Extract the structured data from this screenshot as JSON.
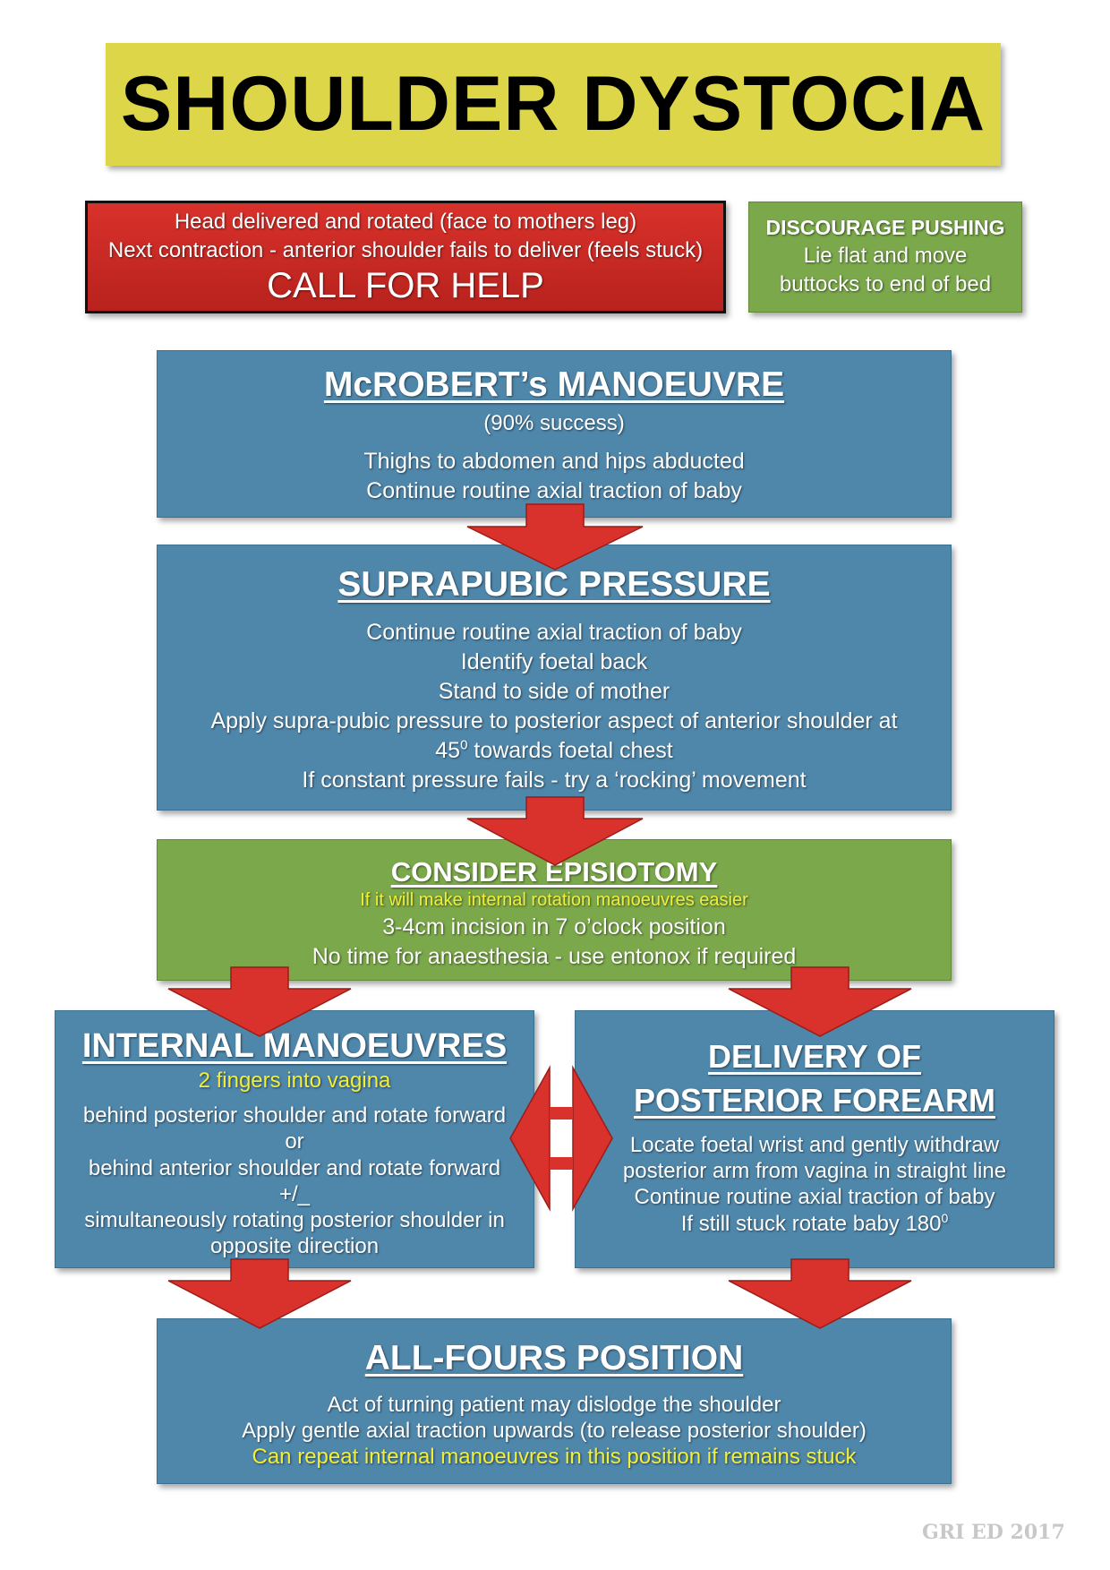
{
  "title": "SHOULDER DYSTOCIA",
  "call_box": {
    "line1": "Head delivered and rotated (face to mothers leg)",
    "line2": "Next contraction - anterior shoulder fails to deliver (feels stuck)",
    "call": "CALL FOR HELP"
  },
  "discourage_box": {
    "heading": "DISCOURAGE PUSHING",
    "line1": "Lie flat and move",
    "line2": "buttocks to end of bed"
  },
  "mcroberts": {
    "heading": "McROBERT’s MANOEUVRE",
    "success": "(90% success)",
    "line1": "Thighs to abdomen and hips abducted",
    "line2": "Continue routine axial traction of baby"
  },
  "suprapubic": {
    "heading": "SUPRAPUBIC PRESSURE",
    "line1": "Continue routine axial traction of baby",
    "line2": "Identify foetal back",
    "line3": "Stand to side of mother",
    "line4": "Apply supra-pubic pressure to posterior aspect of anterior shoulder at",
    "line5_num": "45",
    "line5_sup": "0",
    "line5_rest": " towards foetal chest",
    "line6": "If constant pressure fails - try a ‘rocking’ movement"
  },
  "episiotomy": {
    "heading": "CONSIDER EPISIOTOMY",
    "note": "If it will make internal rotation manoeuvres easier",
    "line1": "3-4cm incision in 7 o’clock position",
    "line2": "No time for anaesthesia - use entonox if required"
  },
  "internal": {
    "heading": "INTERNAL MANOEUVRES",
    "note": "2 fingers into vagina",
    "line1": "behind posterior shoulder and rotate forward",
    "line2": "or",
    "line3": "behind anterior shoulder and rotate forward",
    "line4": "+/_",
    "line5": "simultaneously rotating posterior shoulder in",
    "line6": "opposite direction"
  },
  "posterior_arm": {
    "heading1": "DELIVERY OF",
    "heading2": "POSTERIOR FOREARM",
    "line1": "Locate foetal wrist and gently withdraw",
    "line2": "posterior arm from vagina in straight line",
    "line3": "Continue routine axial traction of baby",
    "line4_text": "If still stuck rotate baby 180",
    "line4_sup": "0"
  },
  "all_fours": {
    "heading": "ALL-FOURS POSITION",
    "line1": "Act of turning patient may dislodge the shoulder",
    "line2": "Apply gentle axial traction upwards (to release posterior shoulder)",
    "line3": "Can repeat internal manoeuvres in this position if remains stuck"
  },
  "footer": "GRI ED 2017",
  "colors": {
    "title_bg": "#dcd648",
    "call_red": "#d9312b",
    "action_blue": "#4f87ab",
    "action_green": "#7ba84a",
    "arrow_red": "#d9312b",
    "highlight_yellow": "#f2ee3a"
  }
}
